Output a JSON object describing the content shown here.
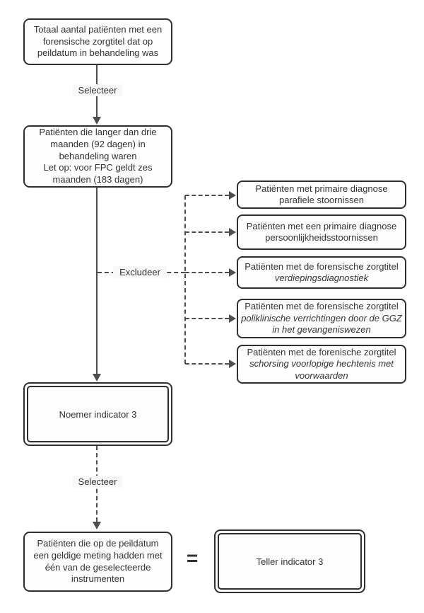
{
  "colors": {
    "box_border": "#2f2f2f",
    "box_fill": "#fdfdfd",
    "text": "#333333",
    "connector": "#4d4d4d",
    "label_bg": "#f8f8f8"
  },
  "flow": {
    "box_total": "Totaal aantal patiënten met een forensische zorgtitel dat op peildatum in behandeling was",
    "select1_label": "Selecteer",
    "box_duration_part1": "Patiënten die langer dan drie maanden (92 dagen) in behandeling waren",
    "box_duration_part2": "Let op: voor FPC geldt zes maanden (183 dagen)",
    "exclude_label": "Excludeer",
    "box_noemer": "Noemer indicator 3",
    "select2_label": "Selecteer",
    "box_measurement": "Patiënten die op de peildatum een geldige meting hadden met één van de geselecteerde instrumenten",
    "equals_sign": "=",
    "box_teller": "Teller indicator 3"
  },
  "exclusions": [
    {
      "plain": "Patiënten met primaire diagnose parafiele stoornissen",
      "italic": ""
    },
    {
      "plain": "Patiënten met een primaire diagnose persoonlijkheidsstoornissen",
      "italic": ""
    },
    {
      "plain": "Patiënten met de forensische zorgtitel",
      "italic": "verdiepingsdiagnostiek"
    },
    {
      "plain": "Patiënten met de forensische zorgtitel",
      "italic": "poliklinische verrichtingen door de GGZ in het gevangeniswezen"
    },
    {
      "plain": "Patiënten met de forenische zorgtitel",
      "italic": "schorsing voorlopige hechtenis met voorwaarden"
    }
  ]
}
